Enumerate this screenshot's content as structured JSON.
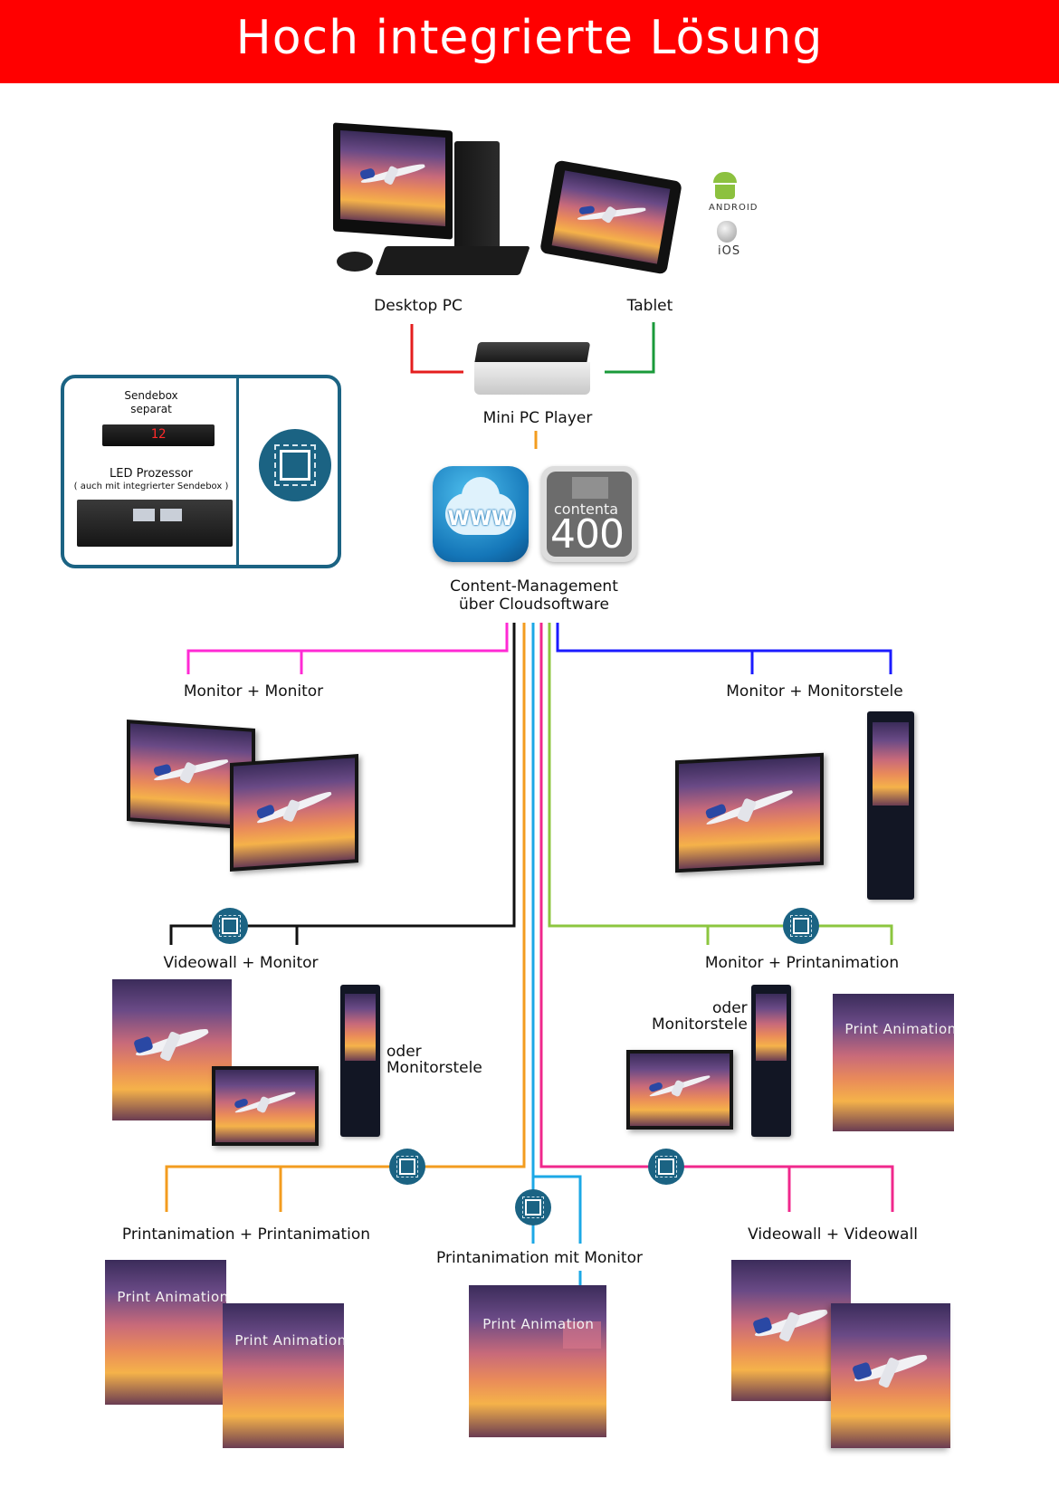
{
  "banner": {
    "title": "Hoch integrierte Lösung",
    "color": "#ff0000"
  },
  "sources": {
    "desktop": {
      "label": "Desktop PC",
      "line_color": "#e41e1e"
    },
    "tablet": {
      "label": "Tablet",
      "line_color": "#1a9a3a",
      "os": [
        "ANDROID",
        "iOS"
      ]
    },
    "player": {
      "label": "Mini PC Player",
      "line_color": "#f39c1f"
    }
  },
  "sendebox_panel": {
    "sendebox_label": "Sendebox separat",
    "sendebox_label_line1": "Sendebox",
    "sendebox_label_line2": "separat",
    "sendebox_display": "12",
    "led_label": "LED Prozessor",
    "led_sublabel": "( auch mit integrierter Sendebox )",
    "accent": "#1b6383"
  },
  "cms": {
    "cloud_text": "WWW",
    "contenta_word": "contenta",
    "contenta_number": "400",
    "label_line1": "Content-Management",
    "label_line2": "über Cloudsoftware"
  },
  "configurations": [
    {
      "id": "monitor-monitor",
      "label": "Monitor + Monitor",
      "line_color": "#ff2ad4",
      "has_sendebox": false
    },
    {
      "id": "monitor-monitorstele",
      "label": "Monitor + Monitorstele",
      "line_color": "#1b1bff",
      "has_sendebox": false
    },
    {
      "id": "videowall-monitor",
      "label": "Videowall + Monitor",
      "line_color": "#111111",
      "has_sendebox": true,
      "alt_label_line1": "oder",
      "alt_label_line2": "Monitorstele"
    },
    {
      "id": "monitor-printanimation",
      "label": "Monitor + Printanimation",
      "line_color": "#8cc63f",
      "has_sendebox": true,
      "alt_label_line1": "oder",
      "alt_label_line2": "Monitorstele"
    },
    {
      "id": "printanimation-printanimation",
      "label": "Printanimation + Printanimation",
      "line_color": "#f39c1f",
      "has_sendebox": true
    },
    {
      "id": "printanimation-monitor",
      "label": "Printanimation mit Monitor",
      "line_color": "#1ca8e6",
      "has_sendebox": true
    },
    {
      "id": "videowall-videowall",
      "label": "Videowall + Videowall",
      "line_color": "#f0288c",
      "has_sendebox": true
    }
  ],
  "print_text": "Print Animation"
}
